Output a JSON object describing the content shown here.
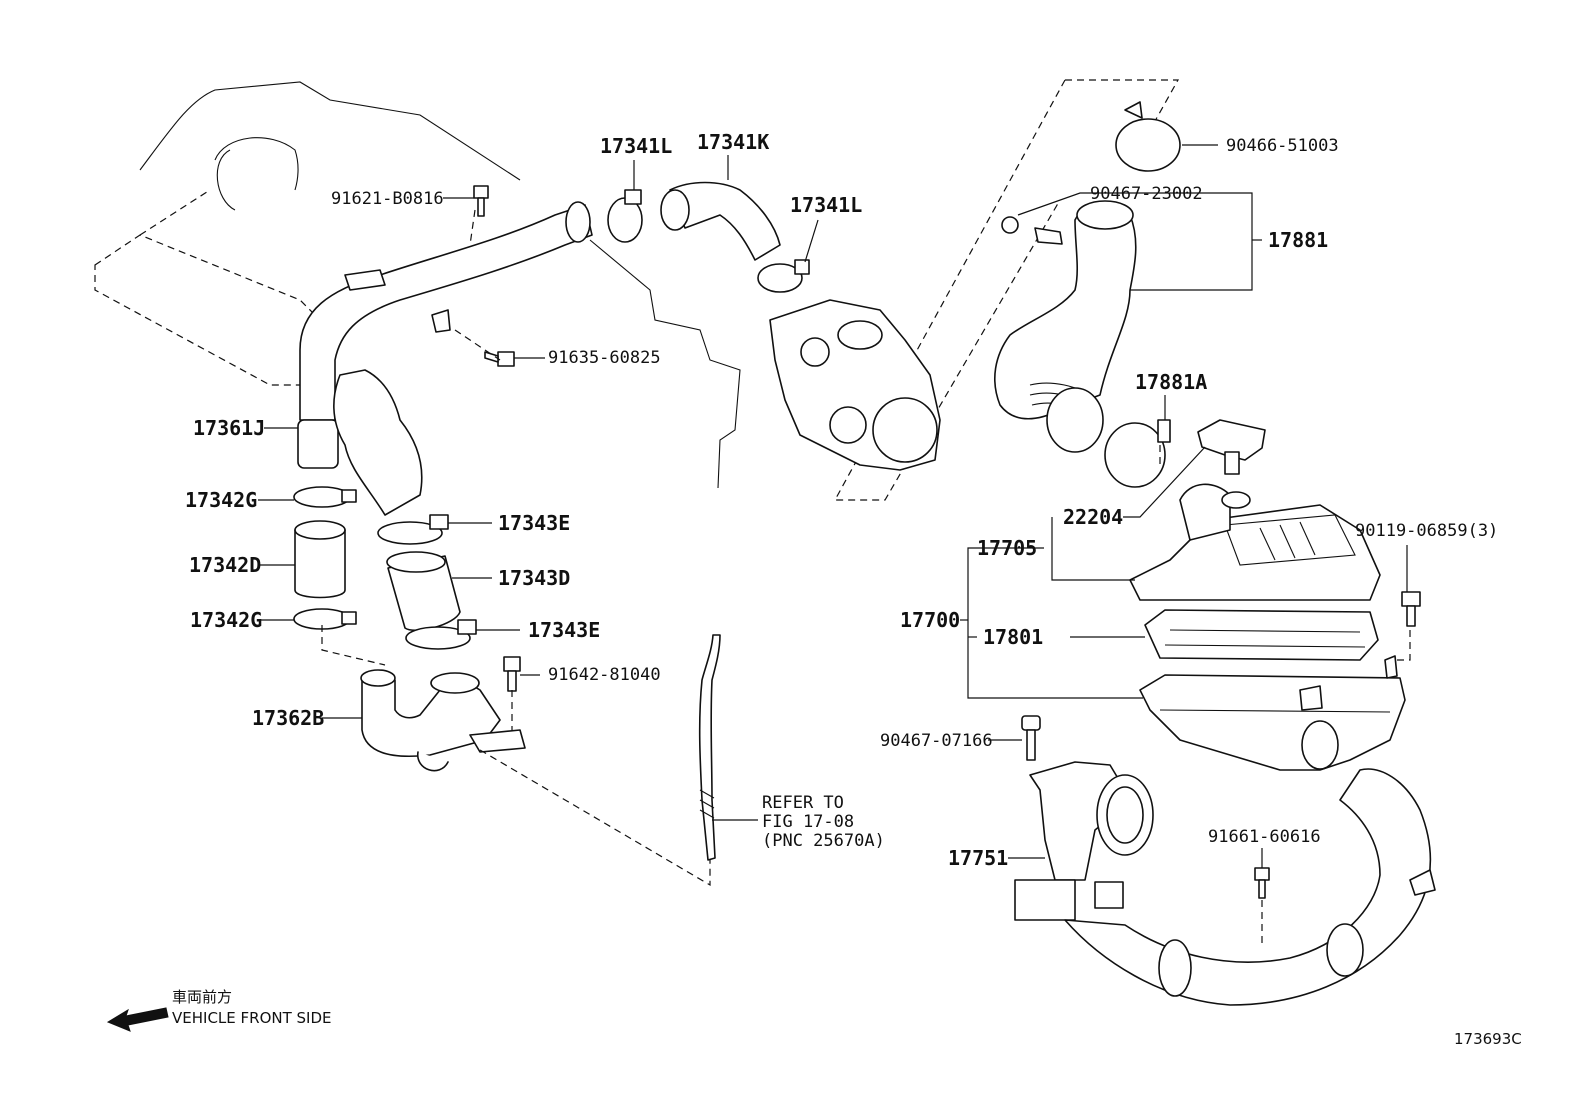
{
  "diagram": {
    "callouts": [
      {
        "id": "17341L-a",
        "text": "17341L"
      },
      {
        "id": "17341K",
        "text": "17341K"
      },
      {
        "id": "17341L-b",
        "text": "17341L"
      },
      {
        "id": "91621-B0816",
        "text": "91621-B0816"
      },
      {
        "id": "91635-60825",
        "text": "91635-60825"
      },
      {
        "id": "17361J",
        "text": "17361J"
      },
      {
        "id": "17342G-a",
        "text": "17342G"
      },
      {
        "id": "17342D",
        "text": "17342D"
      },
      {
        "id": "17342G-b",
        "text": "17342G"
      },
      {
        "id": "17343E-a",
        "text": "17343E"
      },
      {
        "id": "17343D",
        "text": "17343D"
      },
      {
        "id": "17343E-b",
        "text": "17343E"
      },
      {
        "id": "91642-81040",
        "text": "91642-81040"
      },
      {
        "id": "17362B",
        "text": "17362B"
      },
      {
        "id": "90466-51003",
        "text": "90466-51003"
      },
      {
        "id": "90467-23002",
        "text": "90467-23002"
      },
      {
        "id": "17881",
        "text": "17881"
      },
      {
        "id": "17881A",
        "text": "17881A"
      },
      {
        "id": "22204",
        "text": "22204"
      },
      {
        "id": "17705",
        "text": "17705"
      },
      {
        "id": "90119-06859",
        "text": "90119-06859(3)"
      },
      {
        "id": "17700",
        "text": "17700"
      },
      {
        "id": "17801",
        "text": "17801"
      },
      {
        "id": "90467-07166",
        "text": "90467-07166"
      },
      {
        "id": "91661-60616",
        "text": "91661-60616"
      },
      {
        "id": "17751",
        "text": "17751"
      }
    ],
    "refer_note": [
      "REFER TO",
      "FIG 17-08",
      "(PNC 25670A)"
    ],
    "direction": {
      "jp": "車両前方",
      "en": "VEHICLE FRONT SIDE"
    },
    "figure_id": "173693C"
  }
}
